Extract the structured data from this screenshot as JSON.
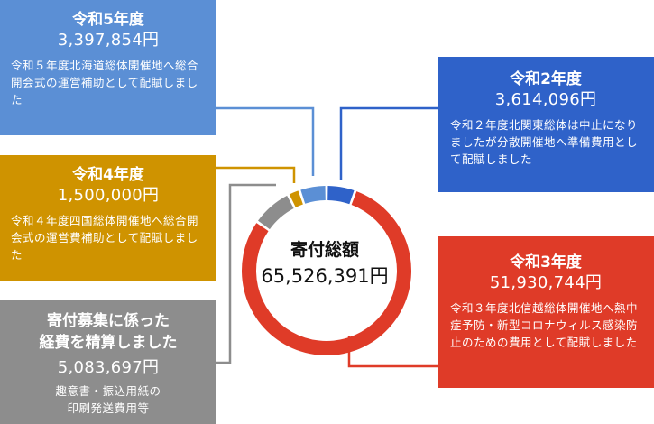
{
  "chart_data": {
    "type": "pie",
    "center_label": "寄付総額",
    "total": "65,526,391円",
    "categories": [
      "令和2年度",
      "令和3年度",
      "寄付募集に係った経費を精算しました",
      "令和4年度",
      "令和5年度"
    ],
    "values": [
      3614096,
      51930744,
      5083697,
      1500000,
      3397854
    ],
    "colors": [
      "#2f62c9",
      "#df3b28",
      "#8d8d8d",
      "#cf9300",
      "#5b8fd5"
    ]
  },
  "boxes": {
    "r5": {
      "title": "令和5年度",
      "amount": "3,397,854円",
      "desc": "令和５年度北海道総体開催地へ総合開会式の運営補助として配賦しました"
    },
    "r4": {
      "title": "令和4年度",
      "amount": "1,500,000円",
      "desc": "令和４年度四国総体開催地へ総合開会式の運営費補助として配賦しました"
    },
    "expense": {
      "title_line1": "寄付募集に係った",
      "title_line2": "経費を精算しました",
      "amount": "5,083,697円",
      "desc_line1": "趣意書・振込用紙の",
      "desc_line2": "印刷発送費用等"
    },
    "r2": {
      "title": "令和2年度",
      "amount": "3,614,096円",
      "desc": "令和２年度北関東総体は中止になりましたが分散開催地へ準備費用として配賦しました"
    },
    "r3": {
      "title": "令和3年度",
      "amount": "51,930,744円",
      "desc": "令和３年度北信越総体開催地へ熱中症予防・新型コロナウィルス感染防止のための費用として配賦しました"
    }
  }
}
